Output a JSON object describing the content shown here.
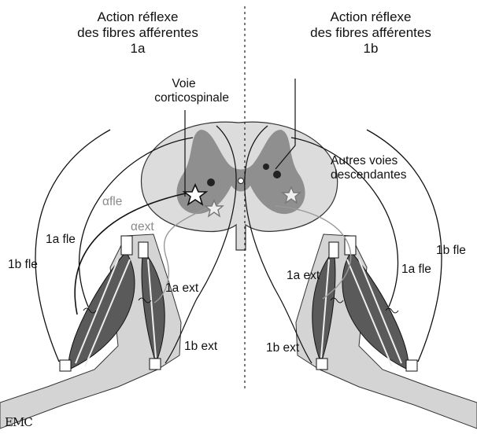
{
  "left_title": [
    "Action réflexe",
    "des fibres afférentes",
    "1a"
  ],
  "right_title": [
    "Action réflexe",
    "des fibres afférentes",
    "1b"
  ],
  "labels": {
    "voie_corticospinale": [
      "Voie",
      "corticospinale"
    ],
    "autres_voies": [
      "Autres voies",
      "descendantes"
    ],
    "alpha_fle": "αfle",
    "alpha_ext": "αext",
    "left_1a_fle": "1a fle",
    "left_1b_fle": "1b fle",
    "left_1a_ext": "1a ext",
    "left_1b_ext": "1b ext",
    "right_1a_ext": "1a ext",
    "right_1a_fle": "1a fle",
    "right_1b_fle": "1b fle",
    "right_1b_ext": "1b ext"
  },
  "logo": "EMC"
}
